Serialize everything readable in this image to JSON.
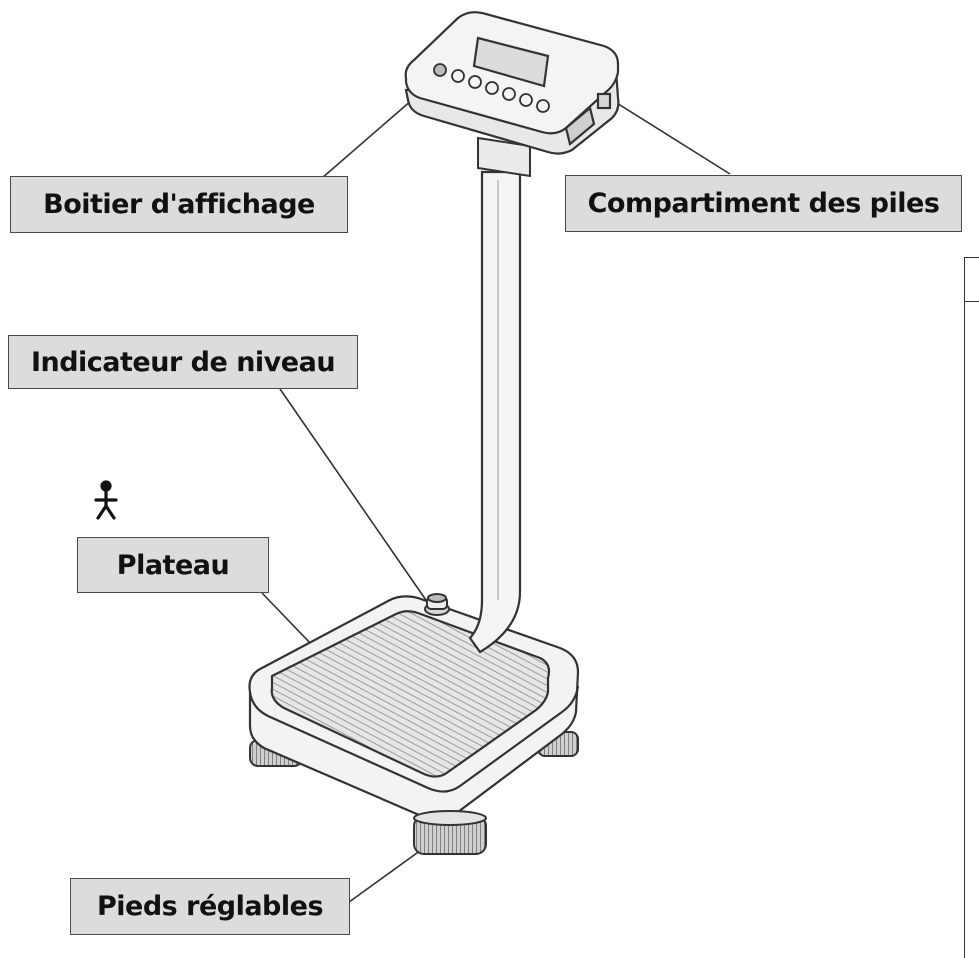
{
  "labels": {
    "display_box": "Boitier d'affichage",
    "battery_compartment": "Compartiment des piles",
    "level_indicator": "Indicateur de niveau",
    "platform": "Plateau",
    "adjustable_feet": "Pieds réglables"
  },
  "icons": {
    "patient_symbol": "person-icon"
  },
  "colors": {
    "label_background": "#dcdcdc",
    "label_border": "#4a4a4a",
    "line_art": "#333333"
  }
}
